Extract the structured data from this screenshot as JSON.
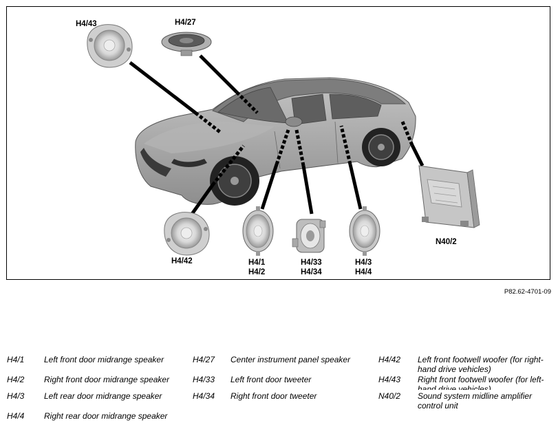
{
  "figure_ref": "P82.62-4701-09",
  "callouts": {
    "h4_43": "H4/43",
    "h4_27": "H4/27",
    "h4_42": "H4/42",
    "h4_1_2": [
      "H4/1",
      "H4/2"
    ],
    "h4_33_34": [
      "H4/33",
      "H4/34"
    ],
    "h4_3_4": [
      "H4/3",
      "H4/4"
    ],
    "n40_2": "N40/2"
  },
  "legend": [
    {
      "code": "H4/1",
      "desc": "Left front door midrange speaker"
    },
    {
      "code": "H4/2",
      "desc": "Right front door midrange speaker"
    },
    {
      "code": "H4/3",
      "desc": "Left rear door midrange speaker"
    },
    {
      "code": "H4/4",
      "desc": "Right rear door midrange speaker"
    },
    {
      "code": "H4/27",
      "desc": "Center instrument panel speaker"
    },
    {
      "code": "H4/33",
      "desc": "Left front door tweeter"
    },
    {
      "code": "H4/34",
      "desc": "Right front door tweeter"
    },
    {
      "code": "H4/42",
      "desc": "Left front footwell woofer (for right-hand drive vehicles)"
    },
    {
      "code": "H4/43",
      "desc": "Right front footwell woofer (for left-hand drive vehicles)"
    },
    {
      "code": "N40/2",
      "desc": "Sound system midline amplifier control unit"
    }
  ],
  "colors": {
    "car_body": "#a8a8a8",
    "leader": "#000000",
    "component": "#d2d2d2"
  }
}
